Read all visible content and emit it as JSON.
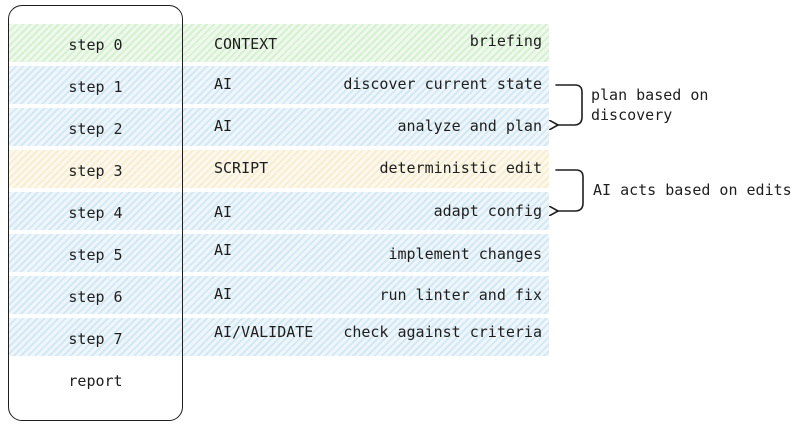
{
  "steps": [
    {
      "step": "step 0",
      "type": "CONTEXT",
      "description": "briefing",
      "color": "green"
    },
    {
      "step": "step 1",
      "type": "AI",
      "description": "discover current state",
      "color": "blue"
    },
    {
      "step": "step 2",
      "type": "AI",
      "description": "analyze and plan",
      "color": "blue"
    },
    {
      "step": "step 3",
      "type": "SCRIPT",
      "description": "deterministic edit",
      "color": "yellow"
    },
    {
      "step": "step 4",
      "type": "AI",
      "description": "adapt config",
      "color": "blue"
    },
    {
      "step": "step 5",
      "type": "AI",
      "description": "implement changes",
      "color": "blue"
    },
    {
      "step": "step 6",
      "type": "AI",
      "description": "run linter and fix",
      "color": "blue"
    },
    {
      "step": "step 7",
      "type": "AI/VALIDATE",
      "description": "check against criteria",
      "color": "blue"
    }
  ],
  "final": "report",
  "annotations": [
    {
      "line1": "plan based on",
      "line2": "discovery"
    },
    {
      "line1": "AI acts based on edits",
      "line2": ""
    }
  ],
  "colors": {
    "green": "#d6f0d2",
    "blue": "#d3e8f3",
    "yellow": "#f6edd2",
    "stroke": "#1e1e1e"
  }
}
